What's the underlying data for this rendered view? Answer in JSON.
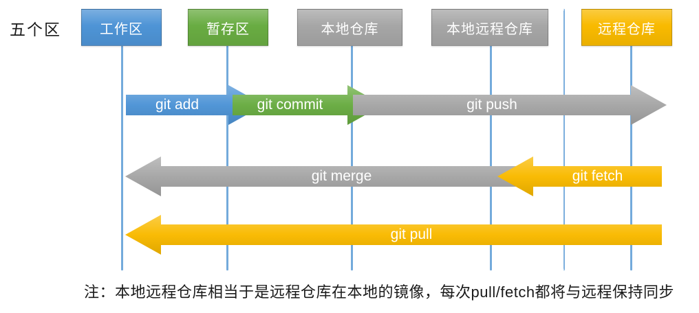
{
  "title_label": "五个区",
  "colors": {
    "blue": "#4E94D6",
    "green": "#69AC42",
    "gray": "#A6A6A6",
    "yellow": "#F9BA00",
    "line": "#5B9BD5"
  },
  "zones": [
    {
      "id": "workspace",
      "label": "工作区",
      "color": "blue"
    },
    {
      "id": "staging",
      "label": "暂存区",
      "color": "green"
    },
    {
      "id": "local-repo",
      "label": "本地仓库",
      "color": "gray"
    },
    {
      "id": "local-remote-repo",
      "label": "本地远程仓库",
      "color": "gray"
    },
    {
      "id": "remote-repo",
      "label": "远程仓库",
      "color": "yellow"
    }
  ],
  "arrows": [
    {
      "id": "git-add",
      "label": "git add",
      "color": "blue",
      "direction": "right",
      "from": "工作区",
      "to": "暂存区"
    },
    {
      "id": "git-commit",
      "label": "git commit",
      "color": "green",
      "direction": "right",
      "from": "暂存区",
      "to": "本地仓库"
    },
    {
      "id": "git-push",
      "label": "git push",
      "color": "gray",
      "direction": "right",
      "from": "本地仓库",
      "to": "远程仓库"
    },
    {
      "id": "git-merge",
      "label": "git merge",
      "color": "gray",
      "direction": "left",
      "from": "本地远程仓库",
      "to": "工作区"
    },
    {
      "id": "git-fetch",
      "label": "git fetch",
      "color": "yellow",
      "direction": "left",
      "from": "远程仓库",
      "to": "本地远程仓库"
    },
    {
      "id": "git-pull",
      "label": "git pull",
      "color": "yellow",
      "direction": "left",
      "from": "远程仓库",
      "to": "工作区"
    }
  ],
  "note": "注：本地远程仓库相当于是远程仓库在本地的镜像，每次pull/fetch都将与远程保持同步"
}
